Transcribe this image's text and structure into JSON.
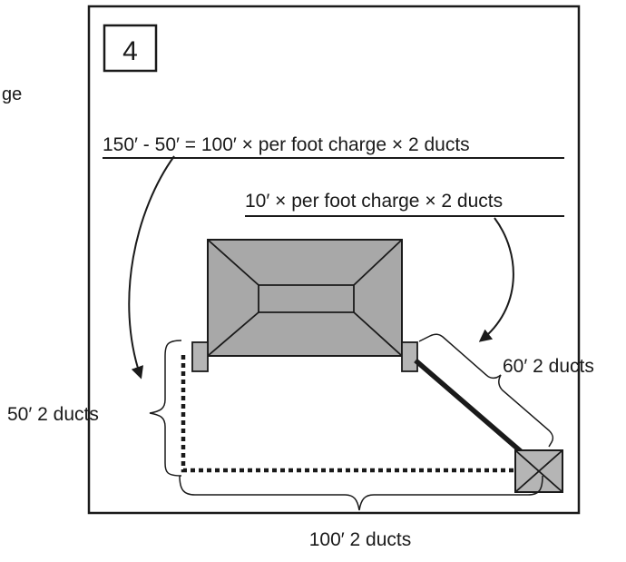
{
  "panel": {
    "number": "4"
  },
  "left_fragment": "ge",
  "formulas": {
    "main": "150′ - 50′ = 100′ × per foot charge × 2 ducts",
    "secondary": "10′ × per foot charge × 2 ducts"
  },
  "labels": {
    "left_run": "50′ 2 ducts",
    "diagonal_run": "60′ 2 ducts",
    "bottom_run": "100′ 2 ducts"
  },
  "colors": {
    "roof_fill": "#a8a8a8",
    "unit_fill": "#b5b5b5",
    "stroke": "#1a1a1a"
  }
}
